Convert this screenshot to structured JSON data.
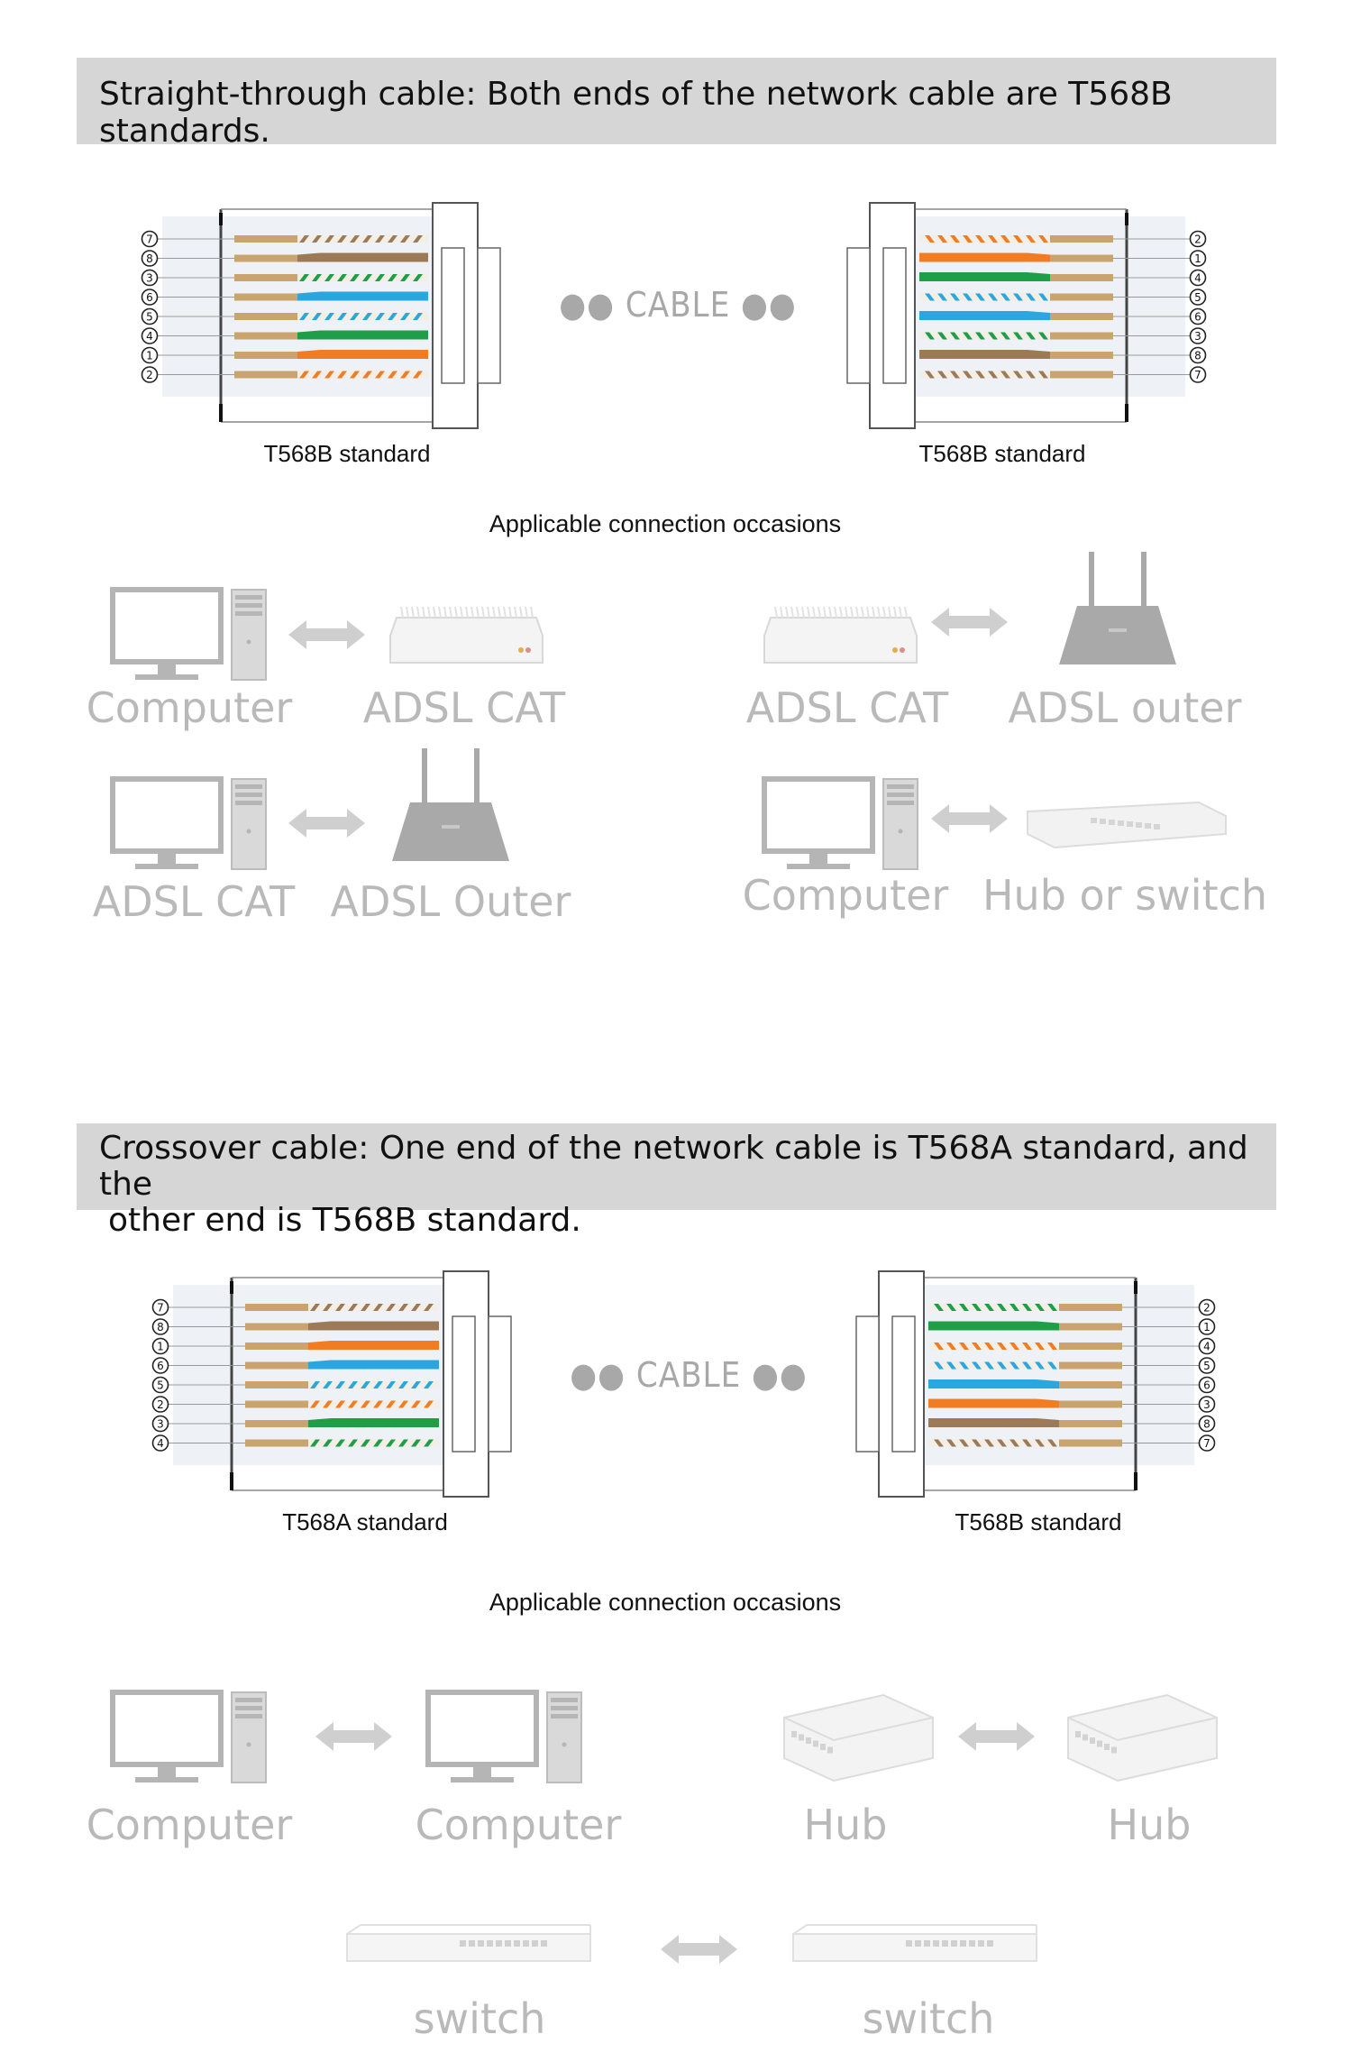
{
  "section1": {
    "banner": "Straight-through cable: Both ends of the network cable are T568B standards.",
    "left_label": "T568B standard",
    "right_label": "T568B standard",
    "cable": "CABLE",
    "occasions": "Applicable connection occasions",
    "pairs": [
      {
        "left": "Computer",
        "right": "ADSL CAT"
      },
      {
        "left": "ADSL CAT",
        "right": "ADSL outer"
      },
      {
        "left": "ADSL CAT",
        "right": "ADSL Outer"
      },
      {
        "left": "Computer",
        "right": "Hub or switch"
      }
    ]
  },
  "section2": {
    "banner_line1": "Crossover cable: One end of the network cable is T568A standard, and the",
    "banner_line2": "other end is T568B standard.",
    "left_label": "T568A standard",
    "right_label": "T568B standard",
    "cable": "CABLE",
    "occasions": "Applicable connection occasions",
    "pairs": [
      {
        "left": "Computer",
        "right": "Computer"
      },
      {
        "left": "Hub",
        "right": "Hub"
      },
      {
        "left": "switch",
        "right": "switch"
      }
    ]
  },
  "wire_colors": {
    "tan": "#c9a46e",
    "orange": "#f07d23",
    "green": "#1f9e48",
    "blue": "#2aa7df",
    "brown": "#9c7a58"
  },
  "pins": {
    "s1_left": [
      "7",
      "8",
      "3",
      "6",
      "5",
      "4",
      "1",
      "2"
    ],
    "s1_right": [
      "2",
      "1",
      "4",
      "5",
      "6",
      "3",
      "8",
      "7"
    ],
    "s2_left": [
      "7",
      "8",
      "1",
      "6",
      "5",
      "2",
      "3",
      "4"
    ],
    "s2_right": [
      "2",
      "1",
      "4",
      "5",
      "6",
      "3",
      "8",
      "7"
    ]
  }
}
